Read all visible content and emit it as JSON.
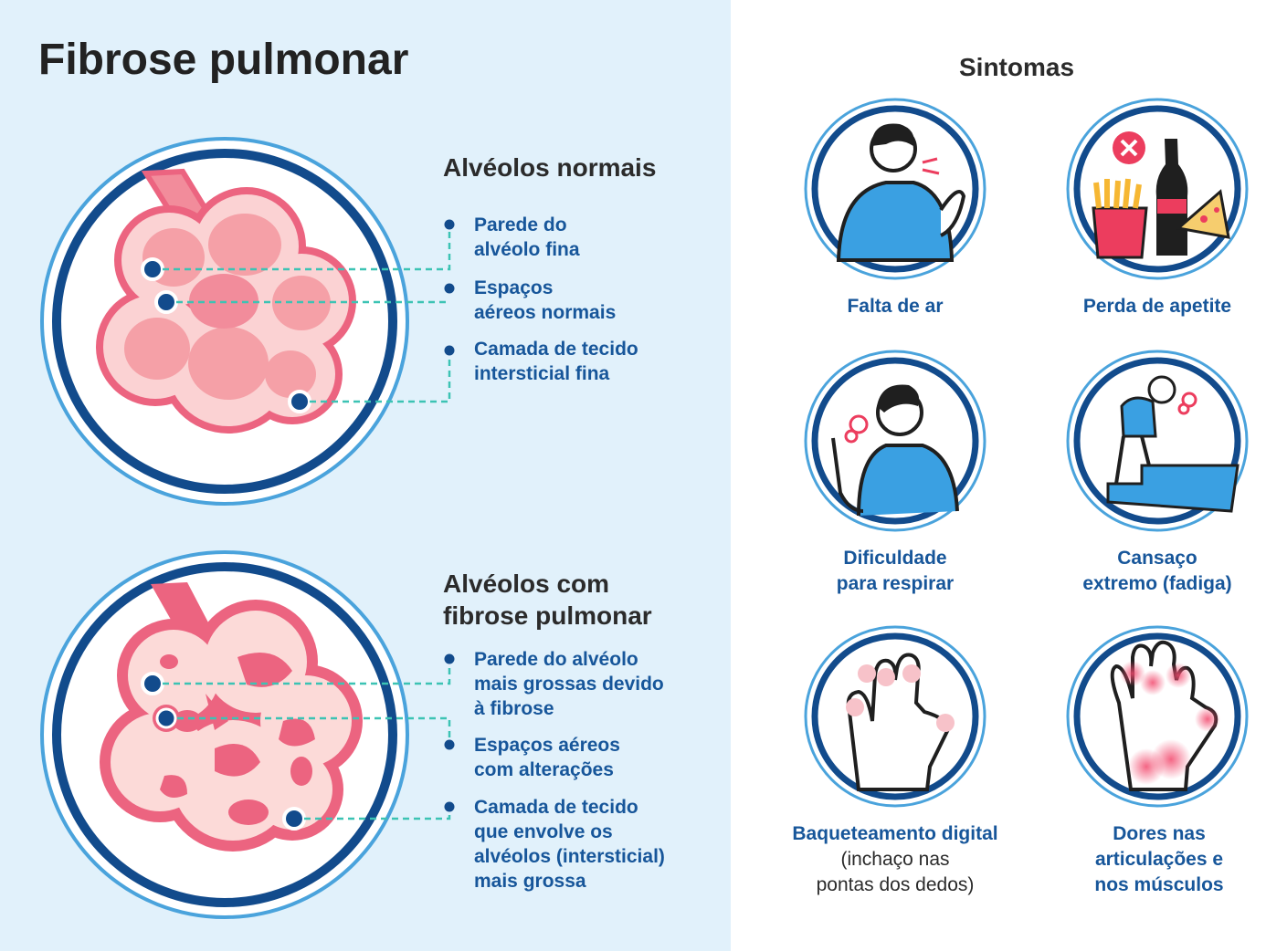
{
  "title": "Fibrose pulmonar",
  "normal": {
    "heading": "Alvéolos normais",
    "labels": [
      [
        "Parede do",
        "alvéolo fina"
      ],
      [
        "Espaços",
        "aéreos normais"
      ],
      [
        "Camada de tecido",
        "intersticial fina"
      ]
    ]
  },
  "fibrosis": {
    "heading": [
      "Alvéolos com",
      "fibrose pulmonar"
    ],
    "labels": [
      [
        "Parede do alvéolo",
        "mais grossas devido",
        "à fibrose"
      ],
      [
        "Espaços aéreos",
        "com alterações"
      ],
      [
        "Camada de tecido",
        "que envolve os",
        "alvéolos (intersticial)",
        "mais grossa"
      ]
    ]
  },
  "symptoms": {
    "title": "Sintomas",
    "items": [
      {
        "icon": "shortness-of-breath-icon",
        "lines": [
          "Falta de ar"
        ]
      },
      {
        "icon": "loss-of-appetite-icon",
        "lines": [
          "Perda de apetite"
        ]
      },
      {
        "icon": "breathing-difficulty-icon",
        "lines": [
          "Dificuldade",
          "para respirar"
        ]
      },
      {
        "icon": "fatigue-icon",
        "lines": [
          "Cansaço",
          "extremo (fadiga)"
        ]
      },
      {
        "icon": "digital-clubbing-icon",
        "lines": [
          "Baqueteamento digital"
        ],
        "sub": [
          "(inchaço nas",
          "pontas dos dedos)"
        ]
      },
      {
        "icon": "joint-pain-icon",
        "lines": [
          "Dores nas",
          "articulações e",
          "nos músculos"
        ]
      }
    ]
  },
  "colors": {
    "panel": "#e1f1fb",
    "navy": "#17569a",
    "ring_light": "#4aa3dc",
    "ring_dark": "#124b8c",
    "dash": "#3cc3b4",
    "tissue": "#ec6480",
    "tissue_light": "#fbd2d3",
    "shirt": "#3aa0e2"
  }
}
